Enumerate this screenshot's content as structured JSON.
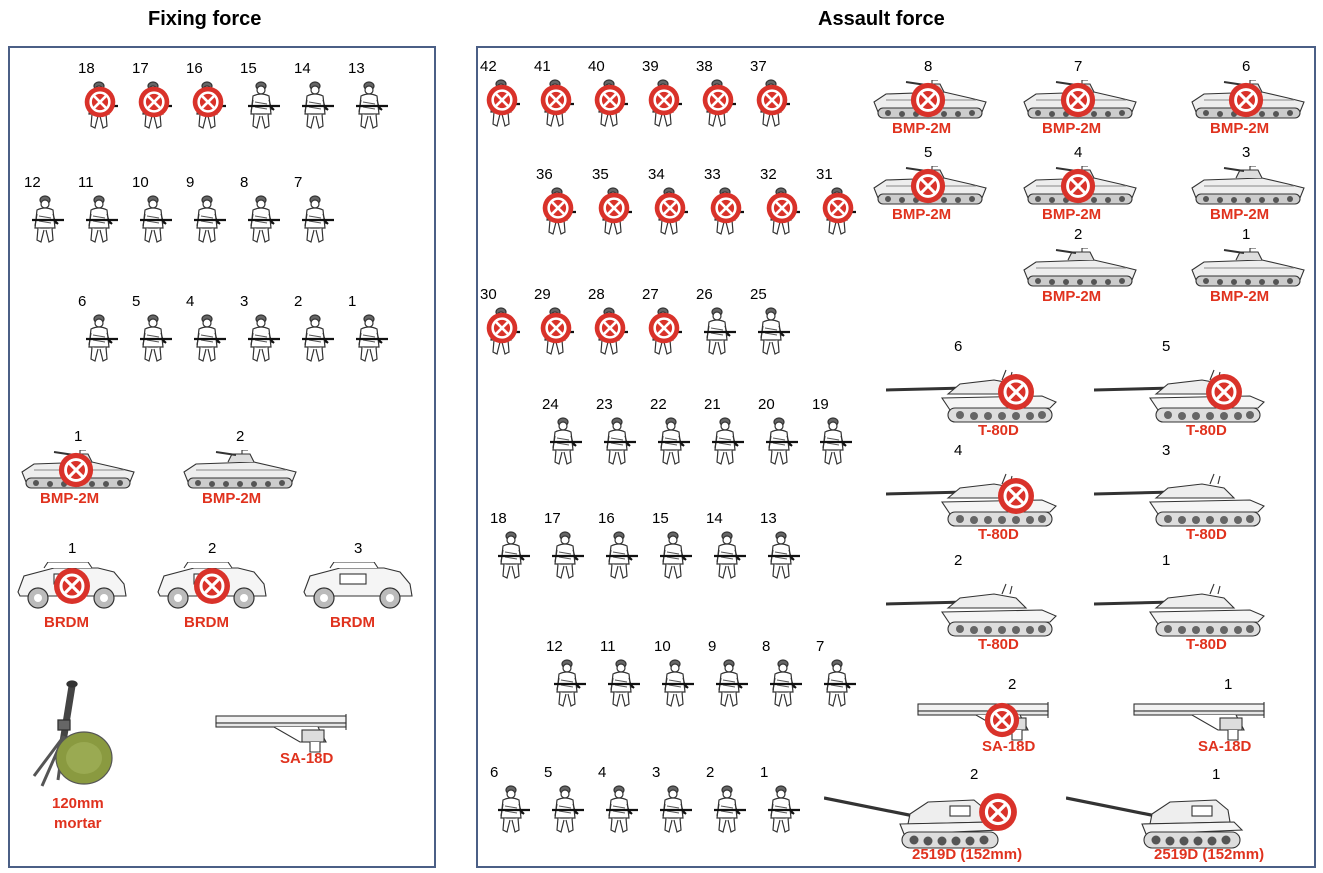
{
  "fixing": {
    "title": "Fixing force",
    "infantry_rows": [
      [
        {
          "n": "18",
          "x": true
        },
        {
          "n": "17",
          "x": true
        },
        {
          "n": "16",
          "x": true
        },
        {
          "n": "15",
          "x": false
        },
        {
          "n": "14",
          "x": false
        },
        {
          "n": "13",
          "x": false
        }
      ],
      [
        {
          "n": "12",
          "x": false
        },
        {
          "n": "11",
          "x": false
        },
        {
          "n": "10",
          "x": false
        },
        {
          "n": "9",
          "x": false
        },
        {
          "n": "8",
          "x": false
        },
        {
          "n": "7",
          "x": false
        }
      ],
      [
        {
          "n": "6",
          "x": false
        },
        {
          "n": "5",
          "x": false
        },
        {
          "n": "4",
          "x": false
        },
        {
          "n": "3",
          "x": false
        },
        {
          "n": "2",
          "x": false
        },
        {
          "n": "1",
          "x": false
        }
      ]
    ],
    "bmp": [
      {
        "n": "1",
        "label": "BMP-2M",
        "x": true
      },
      {
        "n": "2",
        "label": "BMP-2M",
        "x": false
      }
    ],
    "brdm": [
      {
        "n": "1",
        "label": "BRDM",
        "x": true
      },
      {
        "n": "2",
        "label": "BRDM",
        "x": true
      },
      {
        "n": "3",
        "label": "BRDM",
        "x": false
      }
    ],
    "mortar": {
      "label1": "120mm",
      "label2": "mortar"
    },
    "sa18": {
      "label": "SA-18D"
    }
  },
  "assault": {
    "title": "Assault force",
    "infantry_rows": [
      [
        {
          "n": "42",
          "x": true
        },
        {
          "n": "41",
          "x": true
        },
        {
          "n": "40",
          "x": true
        },
        {
          "n": "39",
          "x": true
        },
        {
          "n": "38",
          "x": true
        },
        {
          "n": "37",
          "x": true
        }
      ],
      [
        {
          "n": "36",
          "x": true
        },
        {
          "n": "35",
          "x": true
        },
        {
          "n": "34",
          "x": true
        },
        {
          "n": "33",
          "x": true
        },
        {
          "n": "32",
          "x": true
        },
        {
          "n": "31",
          "x": true
        }
      ],
      [
        {
          "n": "30",
          "x": true
        },
        {
          "n": "29",
          "x": true
        },
        {
          "n": "28",
          "x": true
        },
        {
          "n": "27",
          "x": true
        },
        {
          "n": "26",
          "x": false
        },
        {
          "n": "25",
          "x": false
        }
      ],
      [
        {
          "n": "24",
          "x": false
        },
        {
          "n": "23",
          "x": false
        },
        {
          "n": "22",
          "x": false
        },
        {
          "n": "21",
          "x": false
        },
        {
          "n": "20",
          "x": false
        },
        {
          "n": "19",
          "x": false
        }
      ],
      [
        {
          "n": "18",
          "x": false
        },
        {
          "n": "17",
          "x": false
        },
        {
          "n": "16",
          "x": false
        },
        {
          "n": "15",
          "x": false
        },
        {
          "n": "14",
          "x": false
        },
        {
          "n": "13",
          "x": false
        }
      ],
      [
        {
          "n": "12",
          "x": false
        },
        {
          "n": "11",
          "x": false
        },
        {
          "n": "10",
          "x": false
        },
        {
          "n": "9",
          "x": false
        },
        {
          "n": "8",
          "x": false
        },
        {
          "n": "7",
          "x": false
        }
      ],
      [
        {
          "n": "6",
          "x": false
        },
        {
          "n": "5",
          "x": false
        },
        {
          "n": "4",
          "x": false
        },
        {
          "n": "3",
          "x": false
        },
        {
          "n": "2",
          "x": false
        },
        {
          "n": "1",
          "x": false
        }
      ]
    ],
    "bmp": [
      {
        "n": "8",
        "label": "BMP-2M",
        "x": true
      },
      {
        "n": "7",
        "label": "BMP-2M",
        "x": true
      },
      {
        "n": "6",
        "label": "BMP-2M",
        "x": true
      },
      {
        "n": "5",
        "label": "BMP-2M",
        "x": true
      },
      {
        "n": "4",
        "label": "BMP-2M",
        "x": true
      },
      {
        "n": "3",
        "label": "BMP-2M",
        "x": false
      },
      {
        "n": "2",
        "label": "BMP-2M",
        "x": false
      },
      {
        "n": "1",
        "label": "BMP-2M",
        "x": false
      }
    ],
    "tanks": [
      {
        "n": "6",
        "label": "T-80D",
        "x": true
      },
      {
        "n": "5",
        "label": "T-80D",
        "x": true
      },
      {
        "n": "4",
        "label": "T-80D",
        "x": true
      },
      {
        "n": "3",
        "label": "T-80D",
        "x": false
      },
      {
        "n": "2",
        "label": "T-80D",
        "x": false
      },
      {
        "n": "1",
        "label": "T-80D",
        "x": false
      }
    ],
    "sa18": [
      {
        "n": "2",
        "label": "SA-18D",
        "x": true
      },
      {
        "n": "1",
        "label": "SA-18D",
        "x": false
      }
    ],
    "artillery": [
      {
        "n": "2",
        "label": "2519D (152mm)",
        "x": true
      },
      {
        "n": "1",
        "label": "2519D (152mm)",
        "x": false
      }
    ]
  },
  "colors": {
    "destroyed": "#d9322a",
    "label": "#e0321e",
    "border": "#4b5f86"
  }
}
